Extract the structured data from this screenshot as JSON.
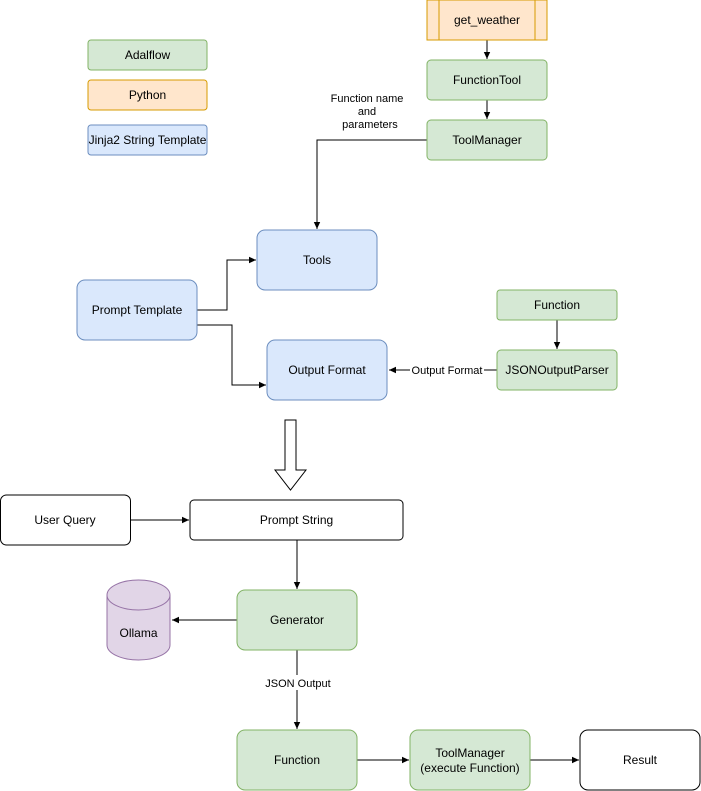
{
  "colors": {
    "adalflow_fill": "#d5e8d4",
    "adalflow_stroke": "#82b366",
    "python_fill": "#ffe6cc",
    "python_stroke": "#d79b00",
    "jinja_fill": "#dae8fc",
    "jinja_stroke": "#6c8ebf",
    "ollama_fill": "#e1d5e7",
    "ollama_stroke": "#9673a6",
    "plain_fill": "#ffffff",
    "plain_stroke": "#000000"
  },
  "legend": {
    "adalflow": "Adalflow",
    "python": "Python",
    "jinja": "Jinja2 String Template"
  },
  "nodes": {
    "get_weather": "get_weather",
    "function_tool": "FunctionTool",
    "tool_manager": "ToolManager",
    "tools": "Tools",
    "prompt_template": "Prompt Template",
    "output_format": "Output Format",
    "function_top": "Function",
    "json_output_parser": "JSONOutputParser",
    "user_query": "User Query",
    "prompt_string": "Prompt String",
    "generator": "Generator",
    "ollama": "Ollama",
    "function_bottom": "Function",
    "tool_manager_exec_line1": "ToolManager",
    "tool_manager_exec_line2": "(execute Function)",
    "result": "Result"
  },
  "edge_labels": {
    "function_name_line1": "Function name",
    "function_name_line2": "and",
    "function_name_line3": "parameters",
    "output_format": "Output Format",
    "json_output": "JSON Output"
  }
}
